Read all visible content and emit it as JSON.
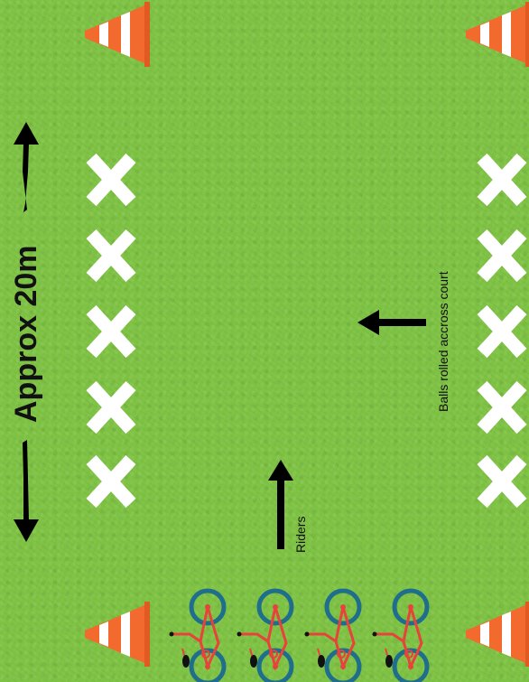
{
  "labels": {
    "distance": "Approx 20m",
    "balls": "Balls rolled accross court",
    "riders": "Riders"
  },
  "colors": {
    "grass": "#7dc242",
    "cone": "#f26a2e",
    "cone_stripe": "#ffffff",
    "x_mark": "#ffffff",
    "arrow": "#000000",
    "bike_wheel": "#1f6e8c",
    "bike_frame": "#e8423b"
  },
  "markers": {
    "cone_count": 4,
    "left_x_count": 5,
    "right_x_count": 5,
    "bike_count": 4
  }
}
